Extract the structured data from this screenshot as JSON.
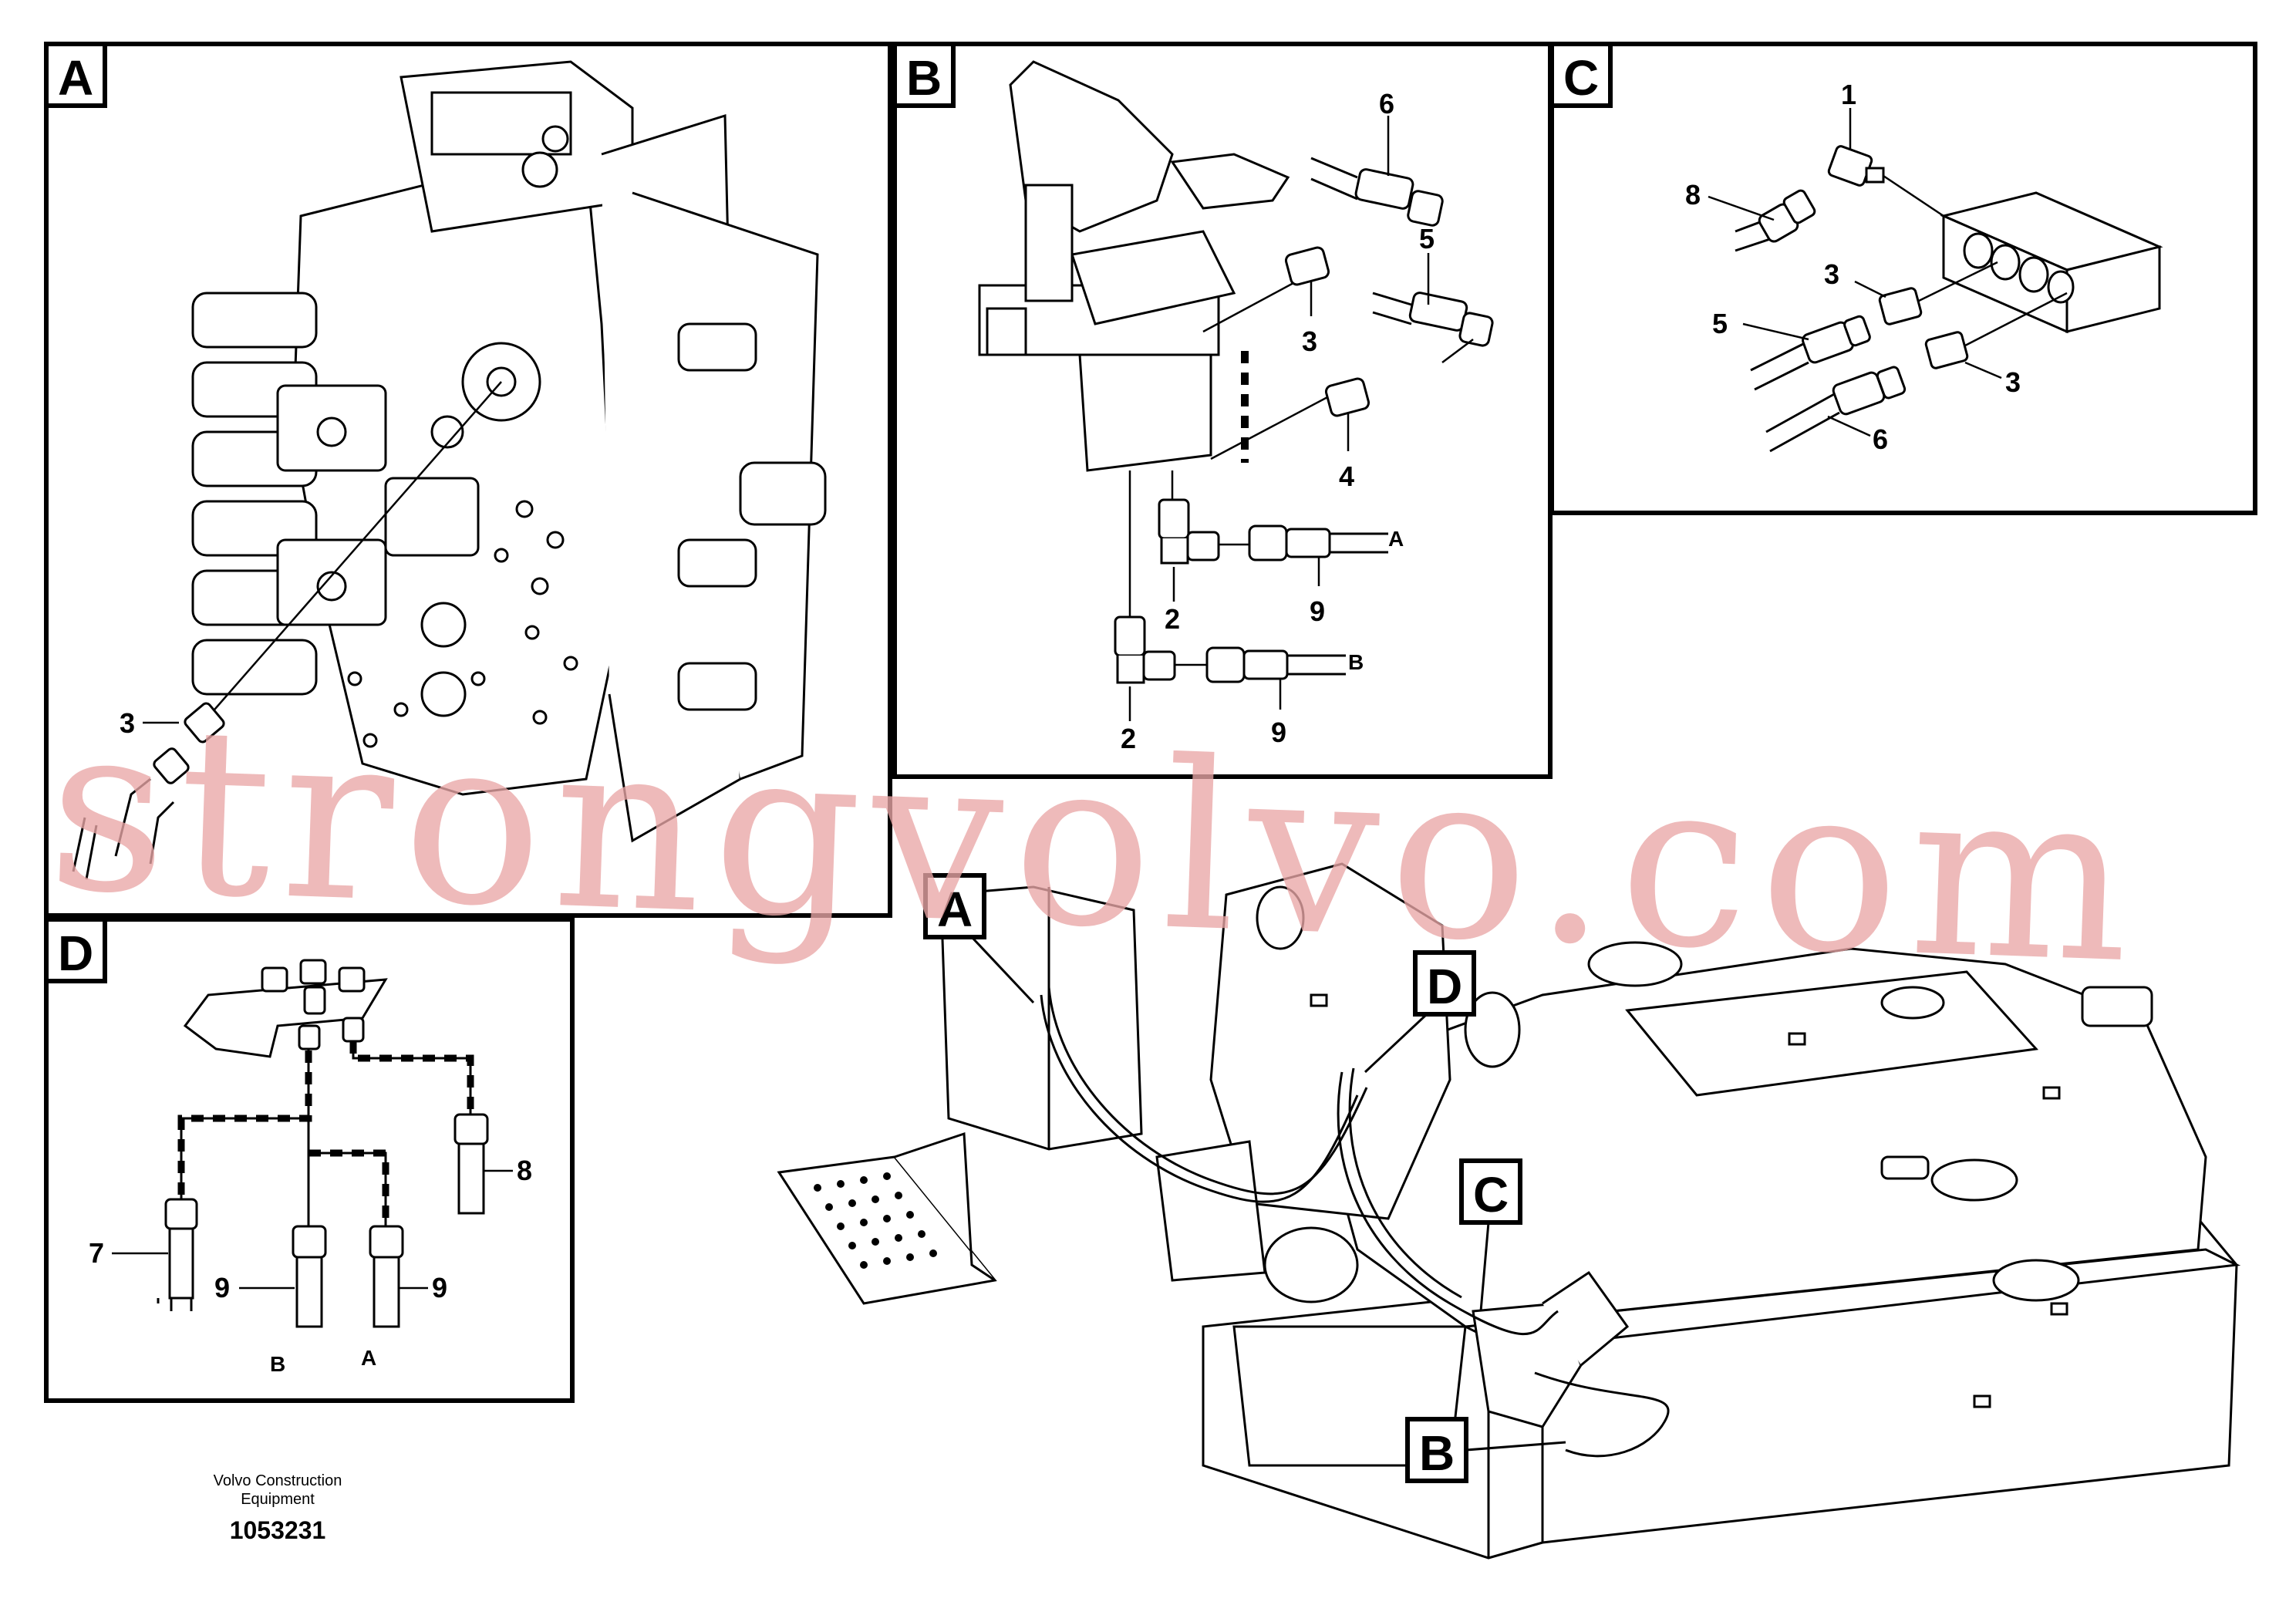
{
  "panels": {
    "A": {
      "letter": "A",
      "callouts": [
        "3"
      ]
    },
    "B": {
      "letter": "B",
      "callouts": [
        "6",
        "5",
        "3",
        "4",
        "2",
        "9",
        "2",
        "9"
      ],
      "ends": [
        "A",
        "B"
      ]
    },
    "C": {
      "letter": "C",
      "callouts": [
        "1",
        "8",
        "3",
        "5",
        "3",
        "6"
      ]
    },
    "D": {
      "letter": "D",
      "callouts": [
        "8",
        "7",
        "9",
        "9"
      ],
      "ends": [
        "B",
        "A"
      ]
    }
  },
  "overview_markers": [
    "A",
    "D",
    "C",
    "B"
  ],
  "watermark": "strongvolvo.com",
  "footer": {
    "company_line1": "Volvo Construction",
    "company_line2": "Equipment",
    "number": "1053231"
  },
  "colors": {
    "line": "#000000",
    "watermark": "#e9a7a7",
    "background": "#ffffff"
  }
}
